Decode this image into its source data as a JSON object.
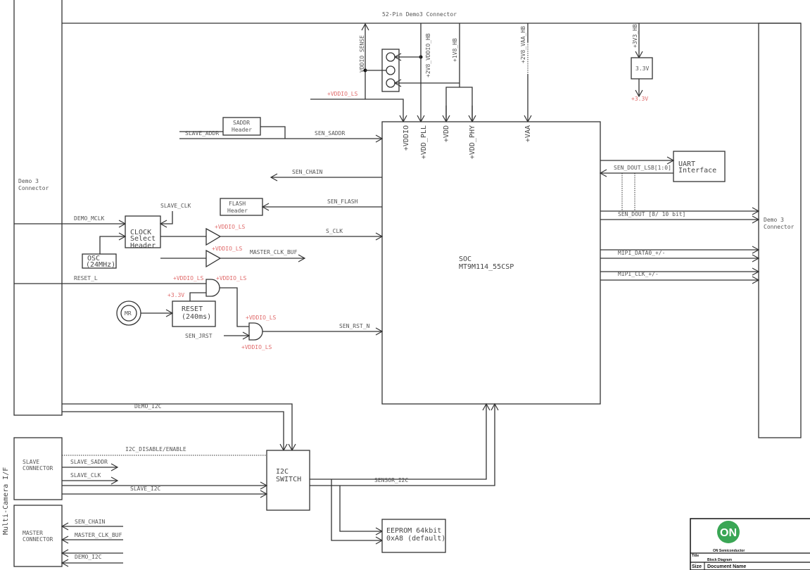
{
  "header": {
    "title": "52-Pin Demo3 Connector"
  },
  "left_connector": {
    "line1": "Demo 3",
    "line2": "Connector"
  },
  "right_connector": {
    "line1": "Demo 3",
    "line2": "Connector"
  },
  "power": {
    "vddio_sense": "VDDIO_SENSE",
    "vddio_hb": "+2V8_VDDIO_HB",
    "v1v8_hb": "+1V8_HB",
    "vaa_hb": "+2V8_VAA_HB",
    "v3v3_hb": "+3V3_HB",
    "regulator": "3.3V",
    "v3v3_out": "+3.3V",
    "vddio_ls": "+VDDIO_LS"
  },
  "soc": {
    "name": "SOC",
    "part": "MT9M114_55CSP",
    "pins": [
      "+VDDIO",
      "+VDD_PLL",
      "+VDD",
      "+VDD_PHY",
      "+VAA"
    ]
  },
  "blocks": {
    "saddr": [
      "SADDR",
      "Header"
    ],
    "flash": [
      "FLASH",
      "Header"
    ],
    "uart": [
      "UART",
      "Interface"
    ],
    "clock": [
      "CLOCK",
      "Select",
      "Header"
    ],
    "osc": [
      "OSC",
      "(24MHz)"
    ],
    "reset": [
      "RESET",
      "(240ms)"
    ],
    "mr": "MR",
    "i2c_switch": [
      "I2C",
      "SWITCH"
    ],
    "eeprom": [
      "EEPROM 64kbit",
      "0xA8 (default)"
    ],
    "slave_conn": [
      "SLAVE",
      "CONNECTOR"
    ],
    "master_conn": [
      "MASTER",
      "CONNECTOR"
    ]
  },
  "signals": {
    "slave_addr": "SLAVE_ADDR",
    "sen_saddr": "SEN_SADDR",
    "sen_chain": "SEN_CHAIN",
    "sen_flash": "SEN_FLASH",
    "demo_mclk": "DEMO_MCLK",
    "slave_clk": "SLAVE_CLK",
    "s_clk": "S_CLK",
    "master_clk_buf": "MASTER_CLK_BUF",
    "reset_l": "RESET_L",
    "v3v3": "+3.3V",
    "sen_jrst": "SEN_JRST",
    "sen_rst_n": "SEN_RST_N",
    "sen_dout_lsb": "SEN_DOUT_LSB[1:0]",
    "sen_dout": "SEN_DOUT [8/ 10 bit]",
    "mipi_data0": "MIPI_DATA0_+/-",
    "mipi_clk": "MIPI_CLK_+/-",
    "demo_i2c": "DEMO_I2C",
    "i2c_disable": "I2C_DISABLE/ENABLE",
    "slave_saddr": "SLAVE_SADDR",
    "slave_clk2": "SLAVE_CLK",
    "slave_i2c": "SLAVE_I2C",
    "sensor_i2c": "SENSOR_I2C",
    "m_sen_chain": "SEN_CHAIN",
    "m_master_clk_buf": "MASTER_CLK_BUF",
    "m_demo_i2c": "DEMO_I2C"
  },
  "side_label": "Multi-Camera I/F",
  "title_block": {
    "logo_text": "ON",
    "company": "ON Semiconductor",
    "title_label": "Title",
    "title": "Block Diagram",
    "size_label": "Size",
    "doc_label": "Document Name",
    "logo_color": "#3aa655"
  },
  "colors": {
    "power_label": "#e06a6a",
    "line": "#333333"
  }
}
